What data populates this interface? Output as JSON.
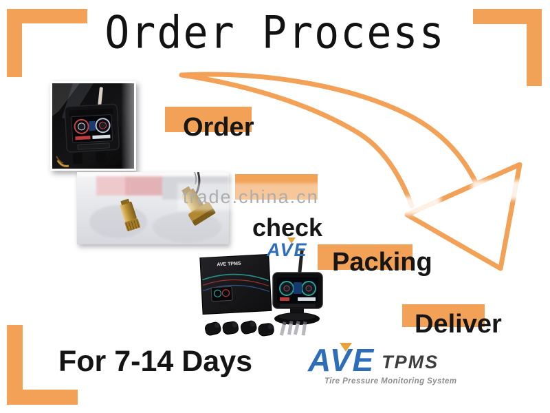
{
  "title": "Order Process",
  "steps": {
    "order": "Order",
    "check": "check",
    "packing": "Packing",
    "deliver": "Deliver"
  },
  "lead_time": "For 7-14 Days",
  "watermark": "trade.china.cn",
  "brand": {
    "name": "AVE",
    "product": "TPMS",
    "tagline": "Tire Pressure Monitoring System",
    "box_text": "AVE TPMS"
  },
  "colors": {
    "accent_orange": "#F2A156",
    "logo_blue": "#2E6EB8",
    "logo_gold": "#E9A33C",
    "logo_dark": "#3D3D3F",
    "tagline_gray": "#8C8C90",
    "watermark_gray": "#ADADAF"
  }
}
